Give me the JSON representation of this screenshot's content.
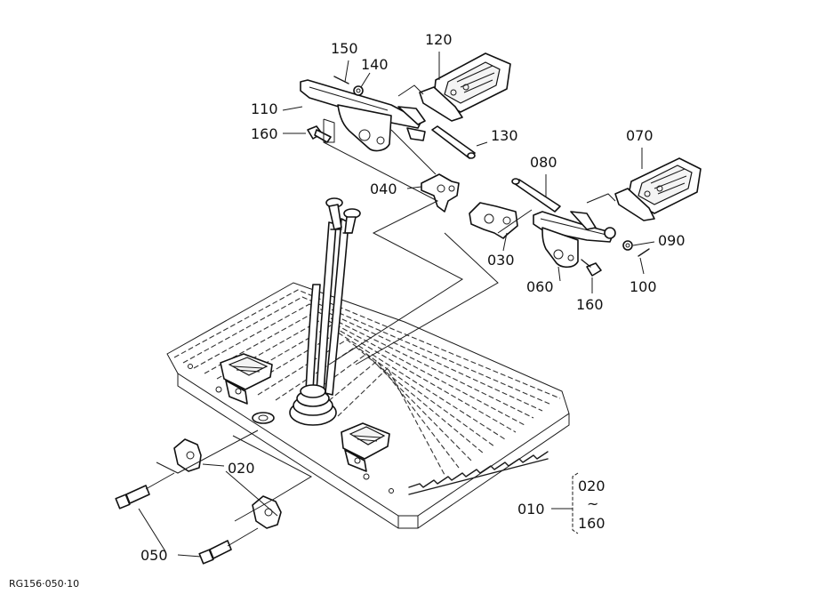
{
  "labels": {
    "p010": "010",
    "p020": "020",
    "p030": "030",
    "p040": "040",
    "p050": "050",
    "p060": "060",
    "p070": "070",
    "p080": "080",
    "p090": "090",
    "p100": "100",
    "p110": "110",
    "p120": "120",
    "p130": "130",
    "p140": "140",
    "p150": "150",
    "p160a": "160",
    "p160b": "160",
    "range_start": "020",
    "range_tilde": "~",
    "range_end": "160"
  },
  "reference_code": "RG156·050·10"
}
